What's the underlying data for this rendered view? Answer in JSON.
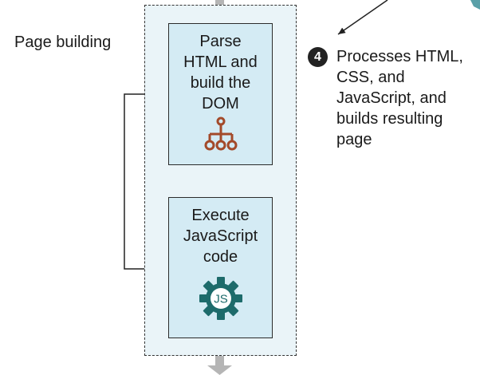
{
  "diagram": {
    "section_label": "Page building",
    "steps": [
      {
        "label_lines": [
          "Parse",
          "HTML and",
          "build the",
          "DOM"
        ],
        "icon": "tree-hierarchy-icon"
      },
      {
        "label_lines": [
          "Execute",
          "JavaScript",
          "code"
        ],
        "icon": "javascript-gear-icon",
        "icon_text": "JS"
      }
    ],
    "note": {
      "number": "4",
      "lines": [
        "Processes HTML,",
        "CSS, and",
        "JavaScript, and",
        "builds resulting",
        "page"
      ]
    },
    "colors": {
      "container_fill": "#eaf4f8",
      "box_fill": "#d4ebf4",
      "main_arrow": "#b5b5b5",
      "dom_icon": "#a34a2a",
      "gear_icon": "#1d6b6b",
      "outline": "#2b2b2b"
    }
  }
}
